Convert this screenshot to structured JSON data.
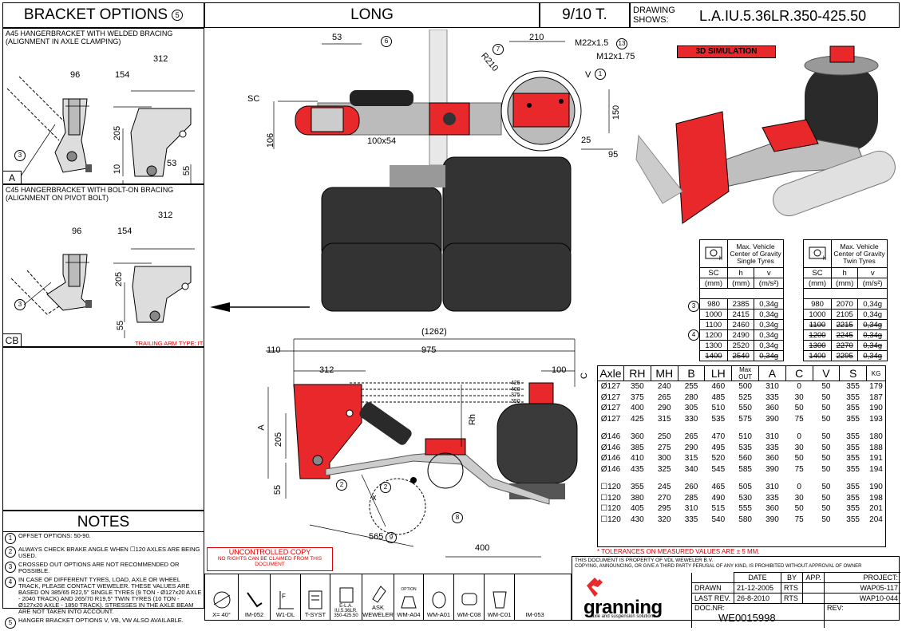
{
  "header": {
    "bracket_title": "BRACKET OPTIONS",
    "bracket_num": "5",
    "long": "LONG",
    "tonnage": "9/10 T.",
    "drawing_shows": "DRAWING SHOWS:",
    "drawing_code": "L.A.IU.5.36LR.350-425.50"
  },
  "bracket_a": {
    "desc": "A45 HANGERBRACKET WITH WELDED BRACING (ALIGNMENT IN AXLE CLAMPING)",
    "tag": "A",
    "dims": {
      "w312": "312",
      "w96": "96",
      "w154": "154",
      "h205": "205",
      "d10": "10",
      "d53": "53",
      "d55": "55",
      "c3": "3"
    }
  },
  "bracket_cb": {
    "desc": "C45 HANGERBRACKET WITH BOLT-ON BRACING (ALIGNMENT ON PIVOT BOLT)",
    "tag": "CB",
    "dims": {
      "w312": "312",
      "w96": "96",
      "w154": "154",
      "h205": "205",
      "d55": "55",
      "c3": "3"
    },
    "trailing_arm": "TRAILING ARM TYPE: IT"
  },
  "top_view": {
    "d53": "53",
    "c6": "6",
    "sc": "SC",
    "d106": "106",
    "d100x54": "100x54",
    "d210": "210",
    "m22": "M22x1.5",
    "c13": "13",
    "m12": "M12x1.75",
    "r210": "R210",
    "c7": "7",
    "v": "V",
    "c1": "1",
    "d150": "150",
    "d25": "25",
    "d95": "95"
  },
  "sim_label": "3D SIMULATION",
  "side_view": {
    "d1262": "(1262)",
    "d110": "110",
    "d975": "975",
    "d312": "312",
    "d100": "100",
    "c": "C",
    "a": "A",
    "d205": "205",
    "d55": "55",
    "rh": "Rh",
    "h425": "425",
    "h400": "400",
    "h375": "375",
    "h350": "350",
    "c2a": "2",
    "c2b": "2",
    "x": "x",
    "c8": "8",
    "d565": "565",
    "c9": "9",
    "d400": "400"
  },
  "cog_single": {
    "title": "Max. Vehicle Center of Gravity Single Tyres",
    "cols": [
      "SC",
      "h",
      "v"
    ],
    "units": [
      "(mm)",
      "(mm)",
      "(m/s²)"
    ],
    "rows": [
      [
        "980",
        "2385",
        "0,34g"
      ],
      [
        "1000",
        "2415",
        "0,34g"
      ],
      [
        "1100",
        "2460",
        "0,34g"
      ],
      [
        "1200",
        "2490",
        "0,34g"
      ],
      [
        "1300",
        "2520",
        "0,34g"
      ],
      [
        "1400",
        "2540",
        "0,34g"
      ]
    ]
  },
  "cog_twin": {
    "title": "Max. Vehicle Center of Gravity Twin Tyres",
    "cols": [
      "SC",
      "h",
      "v"
    ],
    "units": [
      "(mm)",
      "(mm)",
      "(m/s²)"
    ],
    "rows": [
      [
        "980",
        "2070",
        "0,34g"
      ],
      [
        "1000",
        "2105",
        "0,34g"
      ],
      [
        "1100",
        "2215",
        "0,34g"
      ],
      [
        "1200",
        "2245",
        "0,34g"
      ],
      [
        "1300",
        "2270",
        "0,34g"
      ],
      [
        "1400",
        "2295",
        "0,34g"
      ]
    ]
  },
  "cog_markers": {
    "c3": "3",
    "c4": "4"
  },
  "axle_table": {
    "headers": [
      "Axle",
      "RH",
      "MH",
      "B",
      "LH",
      "Max OUT",
      "A",
      "C",
      "V",
      "S",
      "KG"
    ],
    "groups": [
      [
        [
          "Ø127",
          "350",
          "240",
          "255",
          "460",
          "500",
          "310",
          "0",
          "50",
          "355",
          "179"
        ],
        [
          "Ø127",
          "375",
          "265",
          "280",
          "485",
          "525",
          "335",
          "30",
          "50",
          "355",
          "187"
        ],
        [
          "Ø127",
          "400",
          "290",
          "305",
          "510",
          "550",
          "360",
          "50",
          "50",
          "355",
          "190"
        ],
        [
          "Ø127",
          "425",
          "315",
          "330",
          "535",
          "575",
          "390",
          "75",
          "50",
          "355",
          "193"
        ]
      ],
      [
        [
          "Ø146",
          "360",
          "250",
          "265",
          "470",
          "510",
          "310",
          "0",
          "50",
          "355",
          "180"
        ],
        [
          "Ø146",
          "385",
          "275",
          "290",
          "495",
          "535",
          "335",
          "30",
          "50",
          "355",
          "188"
        ],
        [
          "Ø146",
          "410",
          "300",
          "315",
          "520",
          "560",
          "360",
          "50",
          "50",
          "355",
          "191"
        ],
        [
          "Ø146",
          "435",
          "325",
          "340",
          "545",
          "585",
          "390",
          "75",
          "50",
          "355",
          "194"
        ]
      ],
      [
        [
          "☐120",
          "355",
          "245",
          "260",
          "465",
          "505",
          "310",
          "0",
          "50",
          "355",
          "190"
        ],
        [
          "☐120",
          "380",
          "270",
          "285",
          "490",
          "530",
          "335",
          "30",
          "50",
          "355",
          "198"
        ],
        [
          "☐120",
          "405",
          "295",
          "310",
          "515",
          "555",
          "360",
          "50",
          "50",
          "355",
          "201"
        ],
        [
          "☐120",
          "430",
          "320",
          "335",
          "540",
          "580",
          "390",
          "75",
          "50",
          "355",
          "204"
        ]
      ]
    ],
    "tolerance": "* TOLERANCES ON MEASURED VALUES ARE ± 5 MM."
  },
  "notes": {
    "title": "NOTES",
    "items": [
      {
        "n": "1",
        "text": "OFFSET OPTIONS: 50-90."
      },
      {
        "n": "2",
        "text": "ALWAYS CHECK BRAKE ANGLE WHEN ☐120 AXLES ARE BEING USED."
      },
      {
        "n": "3",
        "text": "CROSSED OUT OPTIONS ARE NOT RECOMMENDED OR POSSIBLE."
      },
      {
        "n": "4",
        "text": "IN CASE OF DIFFERENT TYRES, LOAD, AXLE OR WHEEL TRACK, PLEASE CONTACT WEWELER. THESE VALUES ARE BASED ON 385/65 R22,5\" SINGLE TYRES (9 TON - Ø127x20 AXLE - 2040 TRACK) AND 265/70 R19,5\" TWIN TYRES (10 TON - Ø127x20 AXLE - 1850 TRACK). STRESSES IN THE AXLE BEAM ARE NOT TAKEN INTO ACCOUNT."
      },
      {
        "n": "5",
        "text": "HANGER BRACKET OPTIONS V, VB, VW ALSO AVAILABLE."
      }
    ]
  },
  "uncontrolled": {
    "title": "UNCONTROLLED COPY",
    "sub": "NO RIGHTS CAN BE CLAIMED FROM THIS DOCUMENT"
  },
  "bottom_strip": [
    "X= 40°",
    "IM-052",
    "W1-DL",
    "T-SYST",
    "E-L.A. IU.5.36LR. 350-425.50",
    "ASK WEWELER",
    "WM-A04",
    "WM-A01",
    "WM-C08",
    "WM-C01",
    "IM-053"
  ],
  "bottom_option": "OPTION",
  "title_block": {
    "property1": "THIS DOCUMENT IS PROPERTY OF VDL WEWELER B.V.",
    "property2": "COPYING, ANNOUNCING, OR GIVE A THIRD PARTY PERUSAL OF ANY KIND, IS PROHIBITED WITHOUT APPROVAL OF OWNER",
    "col_date": "DATE",
    "col_by": "BY",
    "col_app": "APP.",
    "col_project": "PROJECT:",
    "drawn_label": "DRAWN",
    "drawn_date": "21-12-2005",
    "drawn_by": "RTS",
    "project1": "WAP05-117",
    "last_label": "LAST REV.",
    "last_date": "26-8-2010",
    "last_by": "RTS",
    "project2": "WAP10-044",
    "doc_label": "DOC.NR:",
    "doc_nr": "WE0015998",
    "rev_label": "REV:",
    "logo": "granning",
    "logo_sub": "axle and suspension solutions"
  },
  "colors": {
    "red": "#e8282a",
    "dark": "#2a2a2a",
    "grey": "#bfbfbf"
  }
}
